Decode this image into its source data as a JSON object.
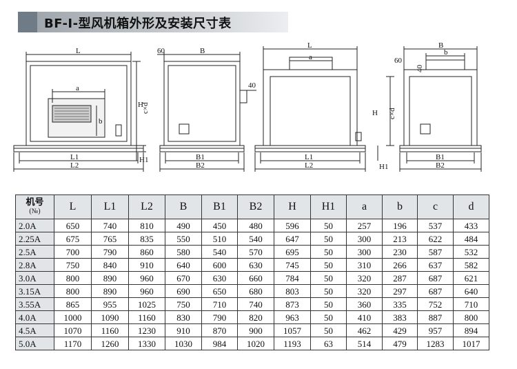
{
  "title": "BF-Ⅰ-型风机箱外形及安装尺寸表",
  "drawings": {
    "labels": {
      "L": "L",
      "L1": "L1",
      "L2": "L2",
      "B": "B",
      "B1": "B1",
      "B2": "B2",
      "H": "H",
      "H1": "H1",
      "a": "a",
      "b": "b",
      "cxd": "c×d",
      "dim60": "60",
      "dim40": "40"
    }
  },
  "table": {
    "header_model_line1": "机号",
    "header_model_line2": "(№)",
    "columns": [
      "L",
      "L1",
      "L2",
      "B",
      "B1",
      "B2",
      "H",
      "H1",
      "a",
      "b",
      "c",
      "d"
    ],
    "rows": [
      {
        "model": "2.0A",
        "values": [
          "650",
          "740",
          "810",
          "490",
          "450",
          "480",
          "596",
          "50",
          "257",
          "196",
          "537",
          "433"
        ]
      },
      {
        "model": "2.25A",
        "values": [
          "675",
          "765",
          "835",
          "550",
          "510",
          "540",
          "647",
          "50",
          "300",
          "213",
          "622",
          "484"
        ]
      },
      {
        "model": "2.5A",
        "values": [
          "700",
          "790",
          "860",
          "580",
          "540",
          "570",
          "695",
          "50",
          "300",
          "230",
          "587",
          "532"
        ]
      },
      {
        "model": "2.8A",
        "values": [
          "750",
          "840",
          "910",
          "640",
          "600",
          "630",
          "745",
          "50",
          "310",
          "266",
          "637",
          "582"
        ]
      },
      {
        "model": "3.0A",
        "values": [
          "800",
          "890",
          "960",
          "670",
          "630",
          "660",
          "784",
          "50",
          "320",
          "287",
          "687",
          "621"
        ]
      },
      {
        "model": "3.15A",
        "values": [
          "800",
          "890",
          "960",
          "690",
          "650",
          "680",
          "803",
          "50",
          "320",
          "297",
          "687",
          "640"
        ]
      },
      {
        "model": "3.55A",
        "values": [
          "865",
          "955",
          "1025",
          "750",
          "710",
          "740",
          "873",
          "50",
          "360",
          "335",
          "752",
          "710"
        ]
      },
      {
        "model": "4.0A",
        "values": [
          "1000",
          "1090",
          "1160",
          "830",
          "790",
          "820",
          "963",
          "50",
          "410",
          "383",
          "887",
          "800"
        ]
      },
      {
        "model": "4.5A",
        "values": [
          "1070",
          "1160",
          "1230",
          "910",
          "870",
          "900",
          "1057",
          "50",
          "462",
          "429",
          "957",
          "894"
        ]
      },
      {
        "model": "5.0A",
        "values": [
          "1170",
          "1260",
          "1330",
          "1030",
          "984",
          "1020",
          "1193",
          "63",
          "514",
          "479",
          "1283",
          "1017"
        ]
      }
    ]
  }
}
